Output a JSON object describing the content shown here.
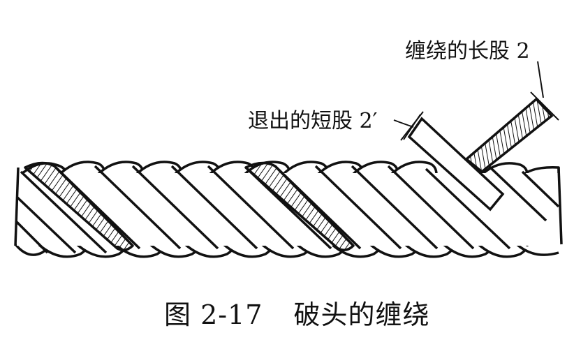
{
  "figure": {
    "caption_number": "图 2-17",
    "caption_title": "破头的缠绕"
  },
  "labels": {
    "long_strand": "缠绕的长股 2",
    "short_strand": "退出的短股 2′"
  },
  "colors": {
    "ink": "#111111",
    "background": "#ffffff"
  }
}
